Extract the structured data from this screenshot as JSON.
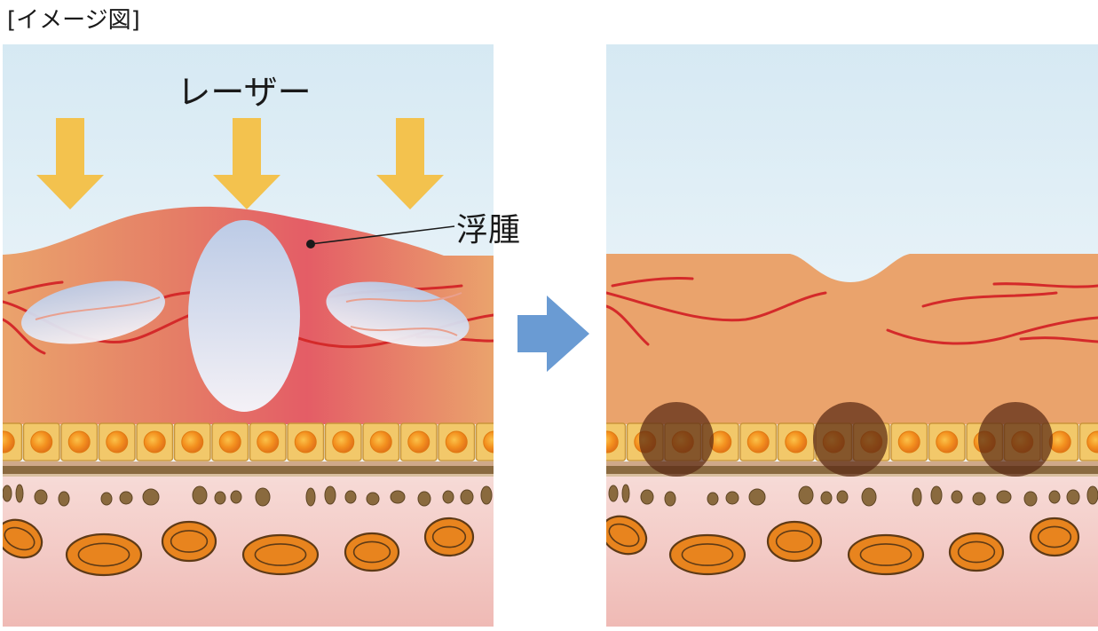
{
  "caption": "[イメージ図]",
  "labels": {
    "laser": "レーザー",
    "edema": "浮腫"
  },
  "colors": {
    "laser_arrow": "#f3c24e",
    "transition_arrow": "#6a9bd3",
    "sky_top": "#d8eaf3",
    "dermis": "#eaa36c",
    "inflamed": "#e5636a",
    "edema_fluid": "#c8d6ea",
    "vessel": "#d42a2a",
    "basal_cell": "#f2c86a",
    "nucleus": "#f08a1a",
    "lower_tissue": "#f2c4c0",
    "fat_cell": "#e8841e",
    "pigment_spot": "#5a2a14"
  }
}
